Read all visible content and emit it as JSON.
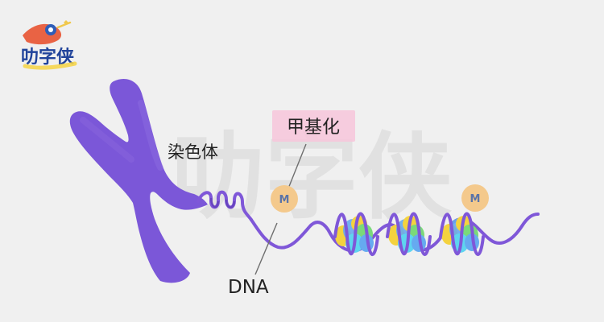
{
  "logo": {
    "text": "叻字侠"
  },
  "watermark": {
    "text": "叻字侠"
  },
  "labels": {
    "chromosome": "染色体",
    "methylation": "甲基化",
    "dna": "DNA"
  },
  "methyl_marker": {
    "text": "M"
  },
  "colors": {
    "background": "#f0f0f0",
    "chromosome": "#7a55d6",
    "dna_strand": "#7f57d8",
    "methyl_marker": "#f4c98c",
    "methyl_text": "#5b74a8",
    "methyl_highlight": "#f6c8dc",
    "histone_yellow": "#f4d23f",
    "histone_cyan": "#5ed5f0",
    "histone_green": "#7ad97a",
    "histone_blue": "#66aaf0"
  }
}
